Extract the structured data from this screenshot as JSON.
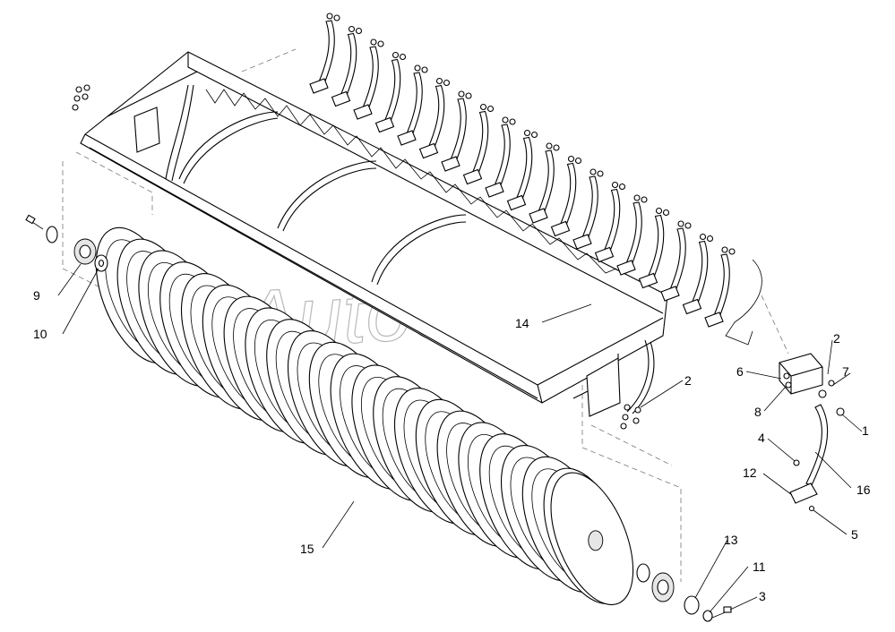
{
  "watermark": "AutoSoft",
  "callouts": [
    {
      "id": "c9",
      "text": "9"
    },
    {
      "id": "c10",
      "text": "10"
    },
    {
      "id": "c14",
      "text": "14"
    },
    {
      "id": "c2a",
      "text": "2"
    },
    {
      "id": "c2b",
      "text": "2"
    },
    {
      "id": "c6",
      "text": "6"
    },
    {
      "id": "c7",
      "text": "7"
    },
    {
      "id": "c8",
      "text": "8"
    },
    {
      "id": "c1",
      "text": "1"
    },
    {
      "id": "c4",
      "text": "4"
    },
    {
      "id": "c12",
      "text": "12"
    },
    {
      "id": "c16",
      "text": "16"
    },
    {
      "id": "c5",
      "text": "5"
    },
    {
      "id": "c15",
      "text": "15"
    },
    {
      "id": "c13",
      "text": "13"
    },
    {
      "id": "c11",
      "text": "11"
    },
    {
      "id": "c3",
      "text": "3"
    }
  ]
}
